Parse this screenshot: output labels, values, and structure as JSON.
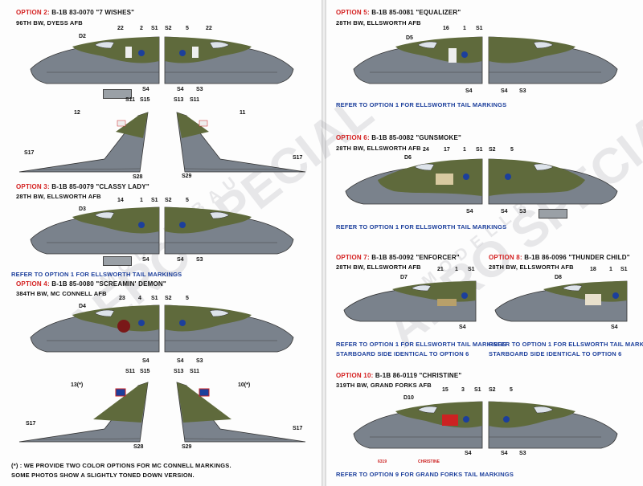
{
  "watermark": {
    "brand": "AERO SPECIAL",
    "sub": "MODELLBAU"
  },
  "colors": {
    "grey": "#7a828c",
    "green": "#5f6a3c",
    "red": "#d42020",
    "blue": "#1c3f9c"
  },
  "options": [
    {
      "prefix": "OPTION 2:",
      "title": "B-1B 83-0070 \"7 WISHES\"",
      "unit": "96TH BW, DYESS AFB"
    },
    {
      "prefix": "OPTION 3:",
      "title": "B-1B 85-0079 \"CLASSY LADY\"",
      "unit": "28TH BW, ELLSWORTH AFB"
    },
    {
      "prefix": "OPTION 4:",
      "title": "B-1B 85-0080 \"SCREAMIN' DEMON\"",
      "unit": "384TH BW, MC CONNELL AFB"
    },
    {
      "prefix": "OPTION 5:",
      "title": "B-1B 85-0081 \"EQUALIZER\"",
      "unit": "28TH BW, ELLSWORTH AFB"
    },
    {
      "prefix": "OPTION 6:",
      "title": "B-1B 85-0082 \"GUNSMOKE\"",
      "unit": "28TH BW, ELLSWORTH AFB"
    },
    {
      "prefix": "OPTION 7:",
      "title": "B-1B 85-0092 \"ENFORCER\"",
      "unit": "28TH BW, ELLSWORTH AFB"
    },
    {
      "prefix": "OPTION 8:",
      "title": "B-1B 86-0096 \"THUNDER CHILD\"",
      "unit": "28TH BW, ELLSWORTH AFB"
    },
    {
      "prefix": "OPTION 10:",
      "title": "B-1B 86-0119 \"CHRISTINE\"",
      "unit": "319TH BW, GRAND FORKS AFB"
    }
  ],
  "notes": {
    "ellsworth_tail": "REFER TO OPTION 1 FOR ELLSWORTH TAIL MARKINGS",
    "starboard_identical": "STARBOARD SIDE IDENTICAL TO OPTION 6",
    "grand_forks_tail": "REFER TO OPTION 9 FOR GRAND FORKS TAIL MARKINGS",
    "footnote_1": "(*) : WE PROVIDE TWO COLOR OPTIONS FOR MC CONNELL MARKINGS.",
    "footnote_2": "SOME PHOTOS SHOW A SLIGHTLY TONED DOWN VERSION."
  },
  "small_labels": {
    "a": "6319",
    "b": "CHRISTINE"
  },
  "callouts": {
    "o2": [
      "D2",
      "22",
      "2",
      "S1",
      "S2",
      "5",
      "22",
      "S4",
      "S4",
      "S3"
    ],
    "tail2": [
      "12",
      "S11",
      "S15",
      "S13",
      "S11",
      "11",
      "S17",
      "S28",
      "S29",
      "S17"
    ],
    "o3": [
      "D3",
      "14",
      "1",
      "S1",
      "S2",
      "5",
      "S4",
      "S4",
      "S3"
    ],
    "o4": [
      "D4",
      "23",
      "4",
      "S1",
      "S2",
      "5",
      "S4",
      "S4",
      "S3"
    ],
    "tail4": [
      "13(*)",
      "S11",
      "S15",
      "S13",
      "S11",
      "10(*)",
      "S17",
      "S28",
      "S29",
      "S17"
    ],
    "o5": [
      "D5",
      "16",
      "1",
      "S1",
      "S4",
      "S4",
      "S3"
    ],
    "o6": [
      "D6",
      "24",
      "17",
      "1",
      "S1",
      "S2",
      "5",
      "S4",
      "S4",
      "S3"
    ],
    "o7": [
      "D7",
      "21",
      "1",
      "S1",
      "S4"
    ],
    "o8": [
      "D8",
      "18",
      "1",
      "S1",
      "S4"
    ],
    "o10": [
      "D10",
      "15",
      "3",
      "S1",
      "S2",
      "5",
      "S4",
      "S4",
      "S3"
    ]
  }
}
